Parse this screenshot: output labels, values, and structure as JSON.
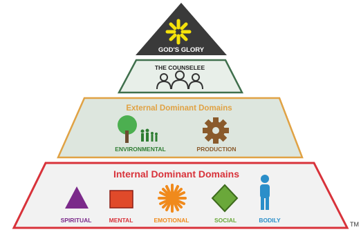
{
  "tiers": {
    "top": {
      "label": "GOD'S GLORY",
      "icon": "sunburst-icon",
      "fill": "#3a3a3a",
      "accent": "#f5e20b"
    },
    "counselee": {
      "label": "THE COUNSELEE",
      "icon": "people-group-icon",
      "fill": "#e8efe9",
      "stroke": "#3f6f4c"
    },
    "external": {
      "title": "External Dominant Domains",
      "fill": "#dde6de",
      "stroke": "#e0a244",
      "title_color": "#e0a244",
      "items": [
        {
          "label": "ENVIRONMENTAL",
          "icon": "tree-family-icon",
          "color": "#2e7d32"
        },
        {
          "label": "PRODUCTION",
          "icon": "gear-icon",
          "color": "#8a5a2b"
        }
      ]
    },
    "internal": {
      "title": "Internal Dominant Domains",
      "fill": "#f2f2f2",
      "stroke": "#d8323a",
      "title_color": "#d8323a",
      "items": [
        {
          "label": "SPIRITUAL",
          "icon": "triangle-icon",
          "color": "#7b2a8a"
        },
        {
          "label": "MENTAL",
          "icon": "rectangle-icon",
          "color": "#e04a2a"
        },
        {
          "label": "EMOTIONAL",
          "icon": "starburst-icon",
          "color": "#f08a1c"
        },
        {
          "label": "SOCIAL",
          "icon": "diamond-icon",
          "color": "#6aa83a"
        },
        {
          "label": "BODILY",
          "icon": "person-icon",
          "color": "#2a8ec9"
        }
      ]
    }
  },
  "trademark": "TM"
}
